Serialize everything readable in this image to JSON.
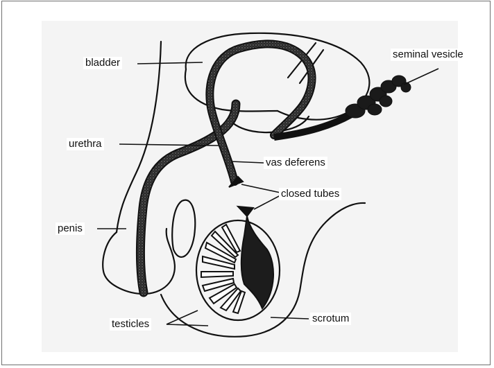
{
  "labels": {
    "bladder": "bladder",
    "seminal_vesicle": "seminal vesicle",
    "urethra": "urethra",
    "vas_deferens": "vas deferens",
    "closed_tubes": "closed tubes",
    "penis": "penis",
    "testicles": "testicles",
    "scrotum": "scrotum"
  },
  "colors": {
    "ink": "#111111",
    "paper": "#f3f3f3",
    "frame": "#6f6f6f"
  }
}
